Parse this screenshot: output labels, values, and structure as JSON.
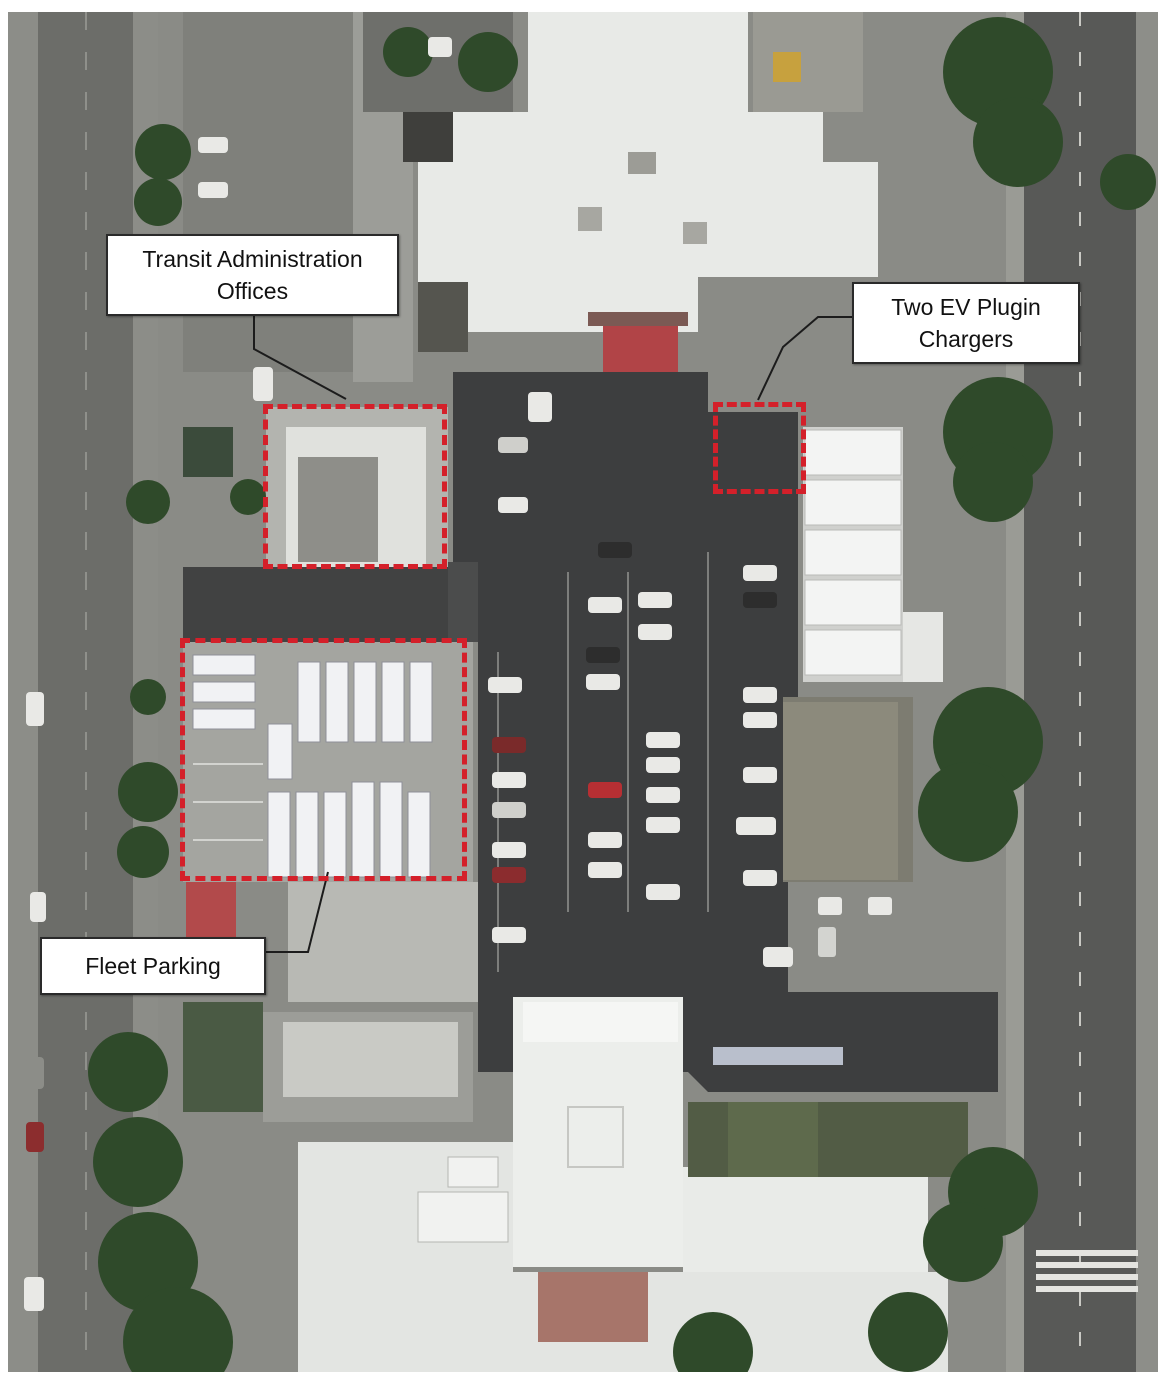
{
  "labels": {
    "transit_admin_line1": "Transit Administration",
    "transit_admin_line2": "Offices",
    "ev_chargers_line1": "Two EV Plugin",
    "ev_chargers_line2": "Chargers",
    "fleet_parking": "Fleet Parking"
  },
  "colors": {
    "highlight": "#d4202a",
    "roof": "#eef0ee",
    "asphalt": "#3d3e3f",
    "road": "#6f716d",
    "tree": "#2f4a2a",
    "red_roof": "#b5474b"
  }
}
